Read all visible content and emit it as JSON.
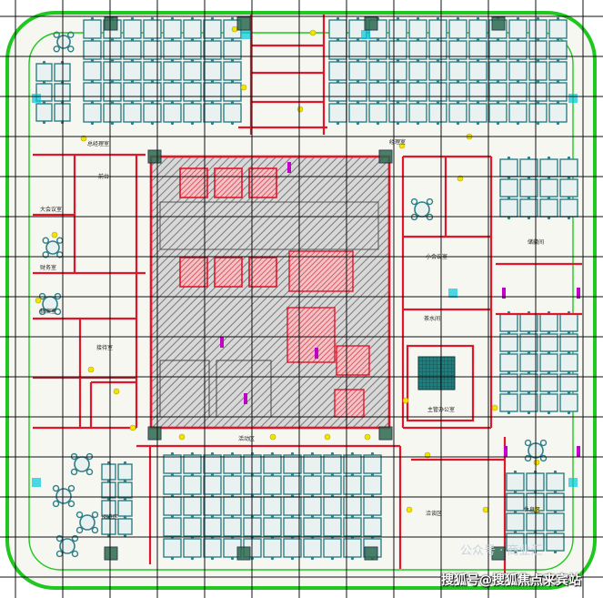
{
  "plan": {
    "colors": {
      "outline": "#1ec81e",
      "wall": "#e0162b",
      "desk": "#2f7f86",
      "grid": "#111111",
      "hatch": "#8a8a8a",
      "accent_yellow": "#f2e400",
      "accent_magenta": "#c000c8",
      "accent_cyan": "#00c8e0"
    },
    "room_labels": [
      "总经理室",
      "大会议室",
      "财务室",
      "档案室",
      "前台",
      "接待室",
      "小会议室",
      "茶水间",
      "主管办公室",
      "经理室",
      "活动区",
      "洽谈区",
      "储藏间",
      "休息区",
      "阅览区"
    ]
  },
  "watermarks": {
    "wechat": "公众号 · 商业汇",
    "sohu": "搜狐号@搜狐焦点来宾站"
  }
}
